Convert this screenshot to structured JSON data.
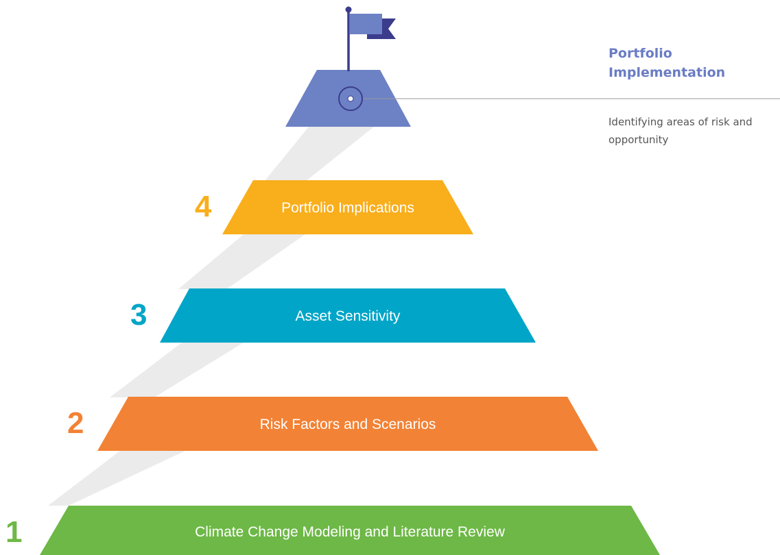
{
  "summit": {
    "title": "Portfolio\nImplementation",
    "description": "Identifying areas of risk and opportunity",
    "flag_icon": "flag-icon",
    "target_icon": "target-icon"
  },
  "tiers": [
    {
      "step": "1",
      "label": "Climate Change Modeling and Literature Review"
    },
    {
      "step": "2",
      "label": "Risk Factors and Scenarios"
    },
    {
      "step": "3",
      "label": "Asset Sensitivity"
    },
    {
      "step": "4",
      "label": "Portfolio Implications"
    }
  ],
  "colors": {
    "tier_1": "#6db846",
    "tier_2": "#f28235",
    "tier_3": "#00a5c7",
    "tier_4": "#f9ae1c",
    "summit": "#6d82c5",
    "summit_dark": "#3b3c8c",
    "path": "#ebebeb",
    "title_text": "#6a7cc4",
    "body_text": "#555555"
  }
}
